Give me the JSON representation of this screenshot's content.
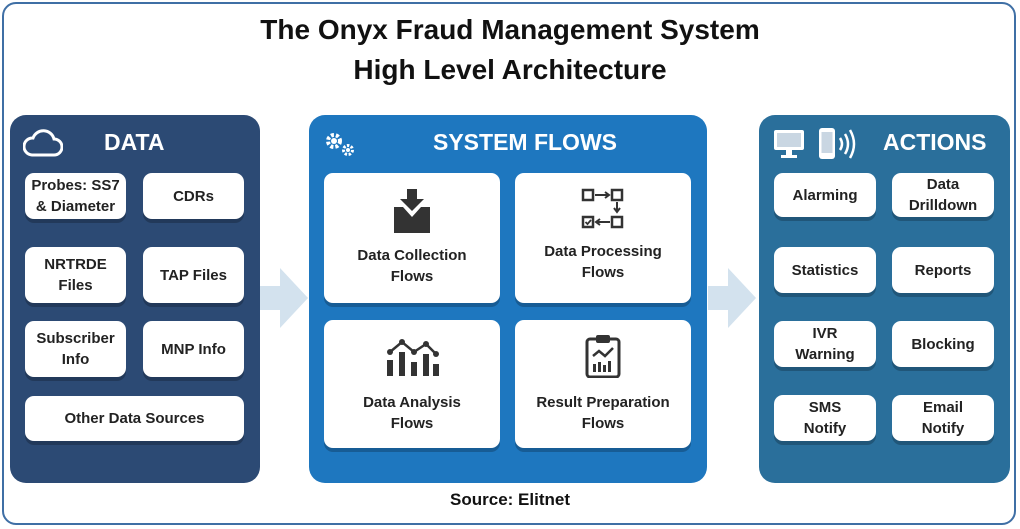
{
  "title": {
    "line1": "The Onyx Fraud Management System",
    "line2": "High Level Architecture"
  },
  "data_panel": {
    "title": "DATA",
    "icon": "cloud-icon",
    "items": [
      "Probes: SS7\n& Diameter",
      "CDRs",
      "NRTRDE\nFiles",
      "TAP Files",
      "Subscriber\nInfo",
      "MNP Info",
      "Other Data Sources"
    ]
  },
  "flows_panel": {
    "title": "SYSTEM FLOWS",
    "icon": "gears-icon",
    "items": [
      {
        "label": "Data Collection\nFlows",
        "icon": "inbox-download-icon"
      },
      {
        "label": "Data Processing\nFlows",
        "icon": "process-flow-icon"
      },
      {
        "label": "Data Analysis\nFlows",
        "icon": "analytics-chart-icon"
      },
      {
        "label": "Result Preparation\nFlows",
        "icon": "clipboard-chart-icon"
      }
    ]
  },
  "actions_panel": {
    "title": "ACTIONS",
    "icons": [
      "monitor-icon",
      "phone-signal-icon"
    ],
    "items": [
      "Alarming",
      "Data\nDrilldown",
      "Statistics",
      "Reports",
      "IVR\nWarning",
      "Blocking",
      "SMS\nNotify",
      "Email\nNotify"
    ]
  },
  "source": "Source: Elitnet",
  "colors": {
    "data_panel": "#2c4a74",
    "flows_panel": "#1e77bf",
    "actions_panel": "#2a6f9b",
    "arrow": "#d3e2ee"
  }
}
